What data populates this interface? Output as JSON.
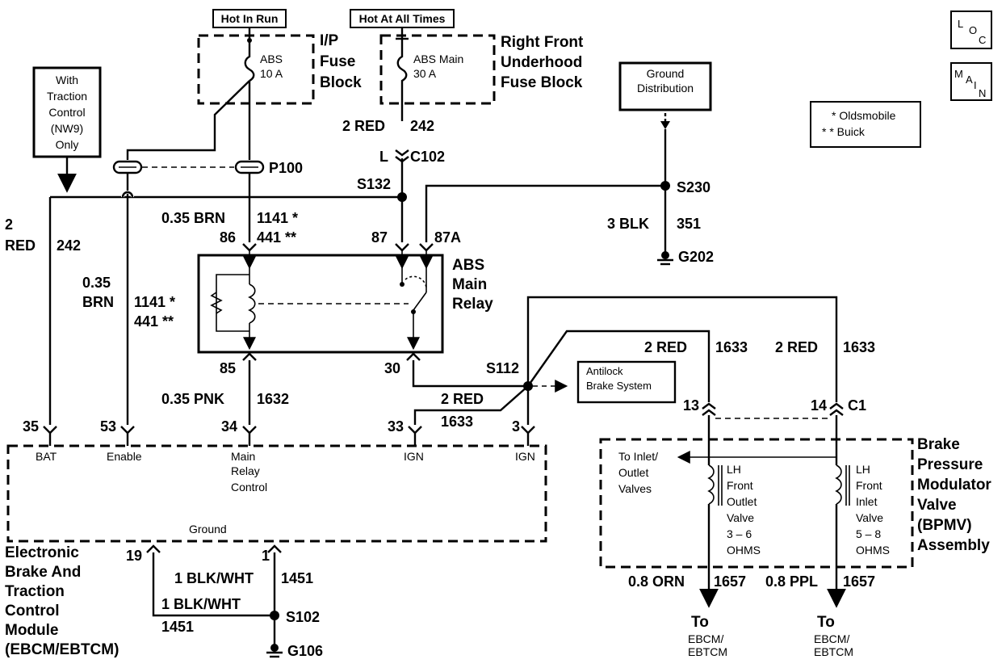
{
  "labels": {
    "hot_in_run": "Hot In Run",
    "hot_at_all_times": "Hot At All Times",
    "ip_fuse_block": [
      "I/P",
      "Fuse",
      "Block"
    ],
    "rf_fuse_block": [
      "Right Front",
      "Underhood",
      "Fuse Block"
    ],
    "abs_fuse": [
      "ABS",
      "10 A"
    ],
    "abs_main_fuse": [
      "ABS Main",
      "30 A"
    ],
    "traction_note": [
      "With",
      "Traction",
      "Control",
      "(NW9)",
      "Only"
    ],
    "ground_distribution": [
      "Ground",
      "Distribution"
    ],
    "loc_icon": [
      "L",
      "O",
      "C"
    ],
    "main_icon": [
      "M",
      "A",
      "I",
      "N"
    ],
    "legend": [
      "* Oldsmobile",
      "* * Buick"
    ],
    "p100": "P100",
    "s132": "S132",
    "c102_l": "L",
    "c102": "C102",
    "s230": "S230",
    "g202": "G202",
    "wire_2red_top": "2 RED",
    "wire_242_top": "242",
    "wire_3blk": "3 BLK",
    "wire_351": "351",
    "wire_2_left": "2",
    "wire_red_left": "RED",
    "wire_242_left": "242",
    "wire_035_brn_top": "0.35 BRN",
    "wire_1141_top": "1141 *",
    "wire_441_top": "441 **",
    "wire_035_left": "0.35",
    "wire_brn_left": "BRN",
    "wire_1141_left": "1141 *",
    "wire_441_left": "441 **",
    "pin_86": "86",
    "pin_87": "87",
    "pin_87a": "87A",
    "pin_85": "85",
    "pin_30": "30",
    "abs_main_relay": [
      "ABS",
      "Main",
      "Relay"
    ],
    "wire_035_pnk": "0.35 PNK",
    "wire_1632": "1632",
    "s112": "S112",
    "antilock_box": [
      "Antilock",
      "Brake System"
    ],
    "wire_2red_mid": "2 RED",
    "wire_1633_mid": "1633",
    "wire_2red_a": "2 RED",
    "wire_1633_a": "1633",
    "wire_2red_b": "2 RED",
    "wire_1633_b": "1633",
    "pin_13": "13",
    "pin_14": "14",
    "c1": "C1",
    "ebcm_pins": [
      "35",
      "53",
      "34",
      "33",
      "3"
    ],
    "ebcm_terms": [
      "BAT",
      "Enable",
      "Main",
      "Relay",
      "Control",
      "IGN",
      "IGN"
    ],
    "ebcm_ground": "Ground",
    "ebcm_name": [
      "Electronic",
      "Brake And",
      "Traction",
      "Control",
      "Module",
      "(EBCM/EBTCM)"
    ],
    "pin_19": "19",
    "pin_1": "1",
    "wire_1blkwht_a": "1 BLK/WHT",
    "wire_1451_a": "1451",
    "wire_1blkwht_b": "1 BLK/WHT",
    "wire_1451_b": "1451",
    "s102": "S102",
    "g106": "G106",
    "bpmv_inlet_note": [
      "To Inlet/",
      "Outlet",
      "Valves"
    ],
    "lh_outlet": [
      "LH",
      "Front",
      "Outlet",
      "Valve",
      "3 – 6",
      "OHMS"
    ],
    "lh_inlet": [
      "LH",
      "Front",
      "Inlet",
      "Valve",
      "5 – 8",
      "OHMS"
    ],
    "bpmv_name": [
      "Brake",
      "Pressure",
      "Modulator",
      "Valve",
      "(BPMV)",
      "Assembly"
    ],
    "wire_08_orn": "0.8 ORN",
    "wire_1657_a": "1657",
    "wire_08_ppl": "0.8 PPL",
    "wire_1657_b": "1657",
    "to_ebcm_a": [
      "To",
      "EBCM/",
      "EBTCM"
    ],
    "to_ebcm_b": [
      "To",
      "EBCM/",
      "EBTCM"
    ]
  }
}
